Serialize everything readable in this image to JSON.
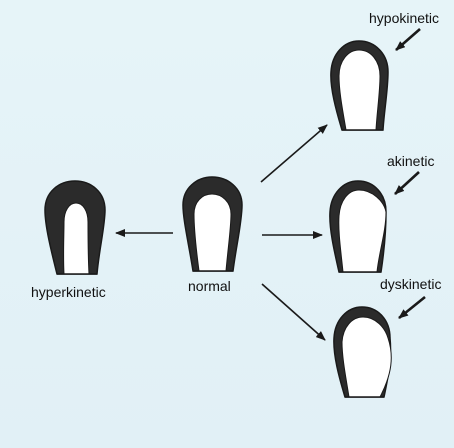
{
  "labels": {
    "hypokinetic": "hypokinetic",
    "akinetic": "akinetic",
    "dyskinetic": "dyskinetic",
    "normal": "normal",
    "hyperkinetic": "hyperkinetic"
  },
  "colors": {
    "background": "#e3f2f7",
    "ink": "#1a1a1a",
    "wall_fill": "#2b2b2b",
    "cavity": "#ffffff"
  }
}
